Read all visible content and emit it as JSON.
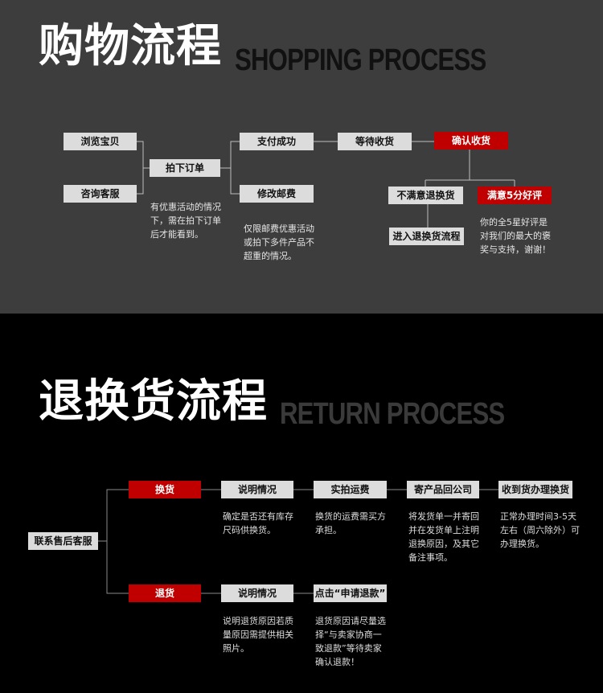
{
  "shopping": {
    "title_cn": "购物流程",
    "title_en": "SHOPPING PROCESS",
    "boxes": {
      "browse": "浏览宝贝",
      "consult": "咨询客服",
      "order": "拍下订单",
      "paid": "支付成功",
      "modify_postage": "修改邮费",
      "wait_receive": "等待收货",
      "confirm": "确认收货",
      "unsatisfied": "不满意退换货",
      "satisfied": "满意5分好评",
      "enter_return": "进入退换货流程"
    },
    "notes": {
      "order_note": "有优惠活动的情况\n下，需在拍下订单\n后才能看到。",
      "postage_note": "仅限邮费优惠活动\n或拍下多件产品不\n超重的情况。",
      "satisfied_note": "你的全5星好评是\n对我们的最大的褒\n奖与支持，谢谢！"
    }
  },
  "return": {
    "title_cn": "退换货流程",
    "title_en": "RETURN PROCESS",
    "boxes": {
      "contact": "联系售后客服",
      "exchange": "换货",
      "explain1": "说明情况",
      "shipping_fee": "实拍运费",
      "send_back": "寄产品回公司",
      "received": "收到货办理换货",
      "refund": "退货",
      "explain2": "说明情况",
      "apply_refund": "点击“申请退款”"
    },
    "notes": {
      "explain1_note": "确定是否还有库存\n尺码供换货。",
      "fee_note": "换货的运费需买方\n承担。",
      "send_note": "将发货单一并寄回\n并在发货单上注明\n退换原因，及其它\n备注事项。",
      "received_note": "正常办理时间3-5天\n左右（周六除外）可\n办理换货。",
      "explain2_note": "说明退货原因若质\n量原因需提供相关\n照片。",
      "apply_note": "退货原因请尽量选\n择“与卖家协商一\n致退款”等待卖家\n确认退款！"
    }
  },
  "colors": {
    "top_bg": "#3d3d3d",
    "bottom_bg": "#000000",
    "accent_red": "#c00000",
    "box_gray": "#dcdcdc"
  }
}
